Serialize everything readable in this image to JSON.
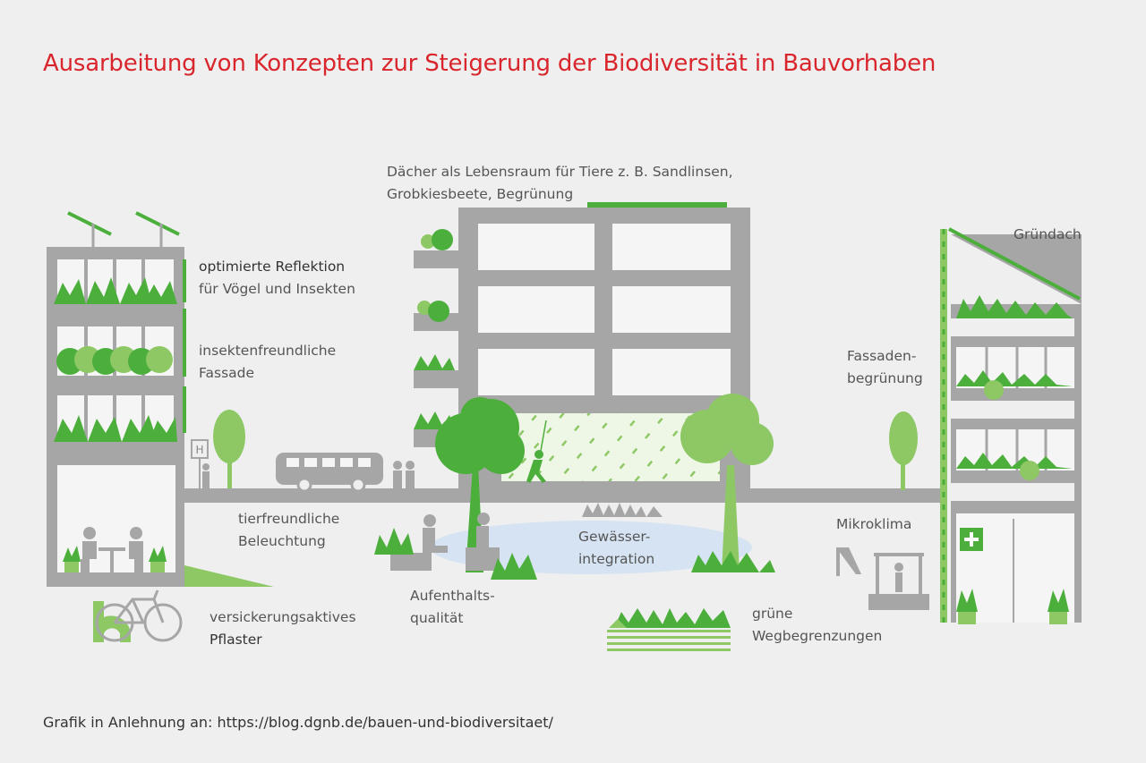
{
  "title": "Ausarbeitung von Konzepten zur Steigerung der Biodiversität in Bauvorhaben",
  "labels": {
    "reflection_1": "optimierte Reflektion",
    "reflection_2": "für Vögel und Insekten",
    "facade_1": "insektenfreundliche",
    "facade_2": "Fassade",
    "roofs_1": "Dächer als Lebensraum für Tiere z. B. Sandlinsen,",
    "roofs_2": "Grobkiesbeete, Begrünung",
    "green_roof": "Gründach",
    "facade_green_1": "Fassaden-",
    "facade_green_2": "begrünung",
    "lighting_1": "tierfreundliche",
    "lighting_2": "Beleuchtung",
    "water_1": "Gewässer-",
    "water_2": "integration",
    "microclimate": "Mikroklima",
    "stay_1": "Aufenthalts-",
    "stay_2": "qualität",
    "paving_1": "versickerungsaktives",
    "paving_2": "Pflaster",
    "paths_1": "grüne",
    "paths_2": "Wegbegrenzungen",
    "bus_stop_sign": "H"
  },
  "source": "Grafik in Anlehnung an: https://blog.dgnb.de/bauen-und-biodiversitaet/",
  "colors": {
    "title": "#d9262c",
    "background": "#efefef",
    "building_gray": "#a6a6a6",
    "window_light": "#f5f5f5",
    "green_dark": "#4caf3c",
    "green_light": "#8dc865",
    "water": "#d6e3f2"
  }
}
